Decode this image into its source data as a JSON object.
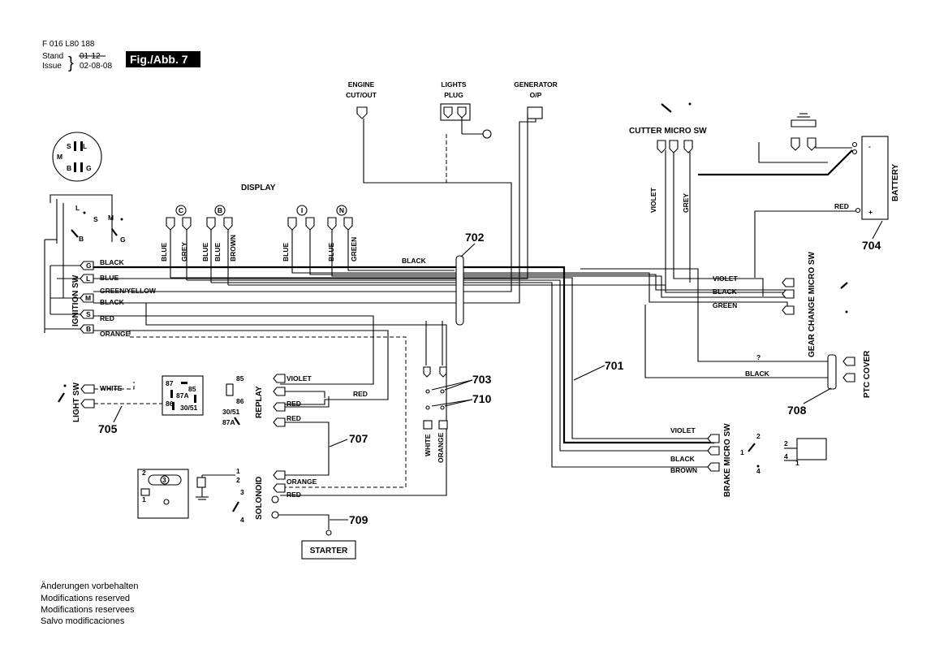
{
  "header": {
    "part_number": "F 016 L80 188",
    "stand_label": "Stand",
    "issue_label": "Issue",
    "struck_date": "01-12",
    "date": "02-08-08",
    "figure": "Fig./Abb. 7"
  },
  "components": {
    "engine_cutout": [
      "ENGINE",
      "CUT/OUT"
    ],
    "lights_plug": [
      "LIGHTS",
      "PLUG"
    ],
    "generator": [
      "GENERATOR",
      "O/P"
    ],
    "cutter_micro_sw": "CUTTER MICRO SW",
    "battery": "BATTERY",
    "display": "DISPLAY",
    "ignition_sw": "IGNITION SW",
    "light_sw": "LIGHT SW",
    "replay": "REPLAY",
    "solonoid": "SOLONOID",
    "starter": "STARTER",
    "gear_change_micro_sw": "GEAR CHANGE MICRO SW",
    "ptc_cover": "PTC COVER",
    "brake_micro_sw": "BRAKE MICRO SW"
  },
  "key_switch": [
    "S",
    "L",
    "M",
    "B",
    "G"
  ],
  "ignition_pins": [
    {
      "pin": "G",
      "wire": "BLACK"
    },
    {
      "pin": "L",
      "wire": "BLUE"
    },
    {
      "pin": "M",
      "wire": "BLACK"
    },
    {
      "pin": "S",
      "wire": "RED"
    },
    {
      "pin": "B",
      "wire": "ORANGE"
    }
  ],
  "ignition_extra_wire": "GREEN/YELLOW",
  "ignition_switch_pins": [
    "L",
    "S",
    "M",
    "B",
    "G"
  ],
  "display_pins": [
    "C",
    "B",
    "I",
    "N"
  ],
  "display_wires": [
    "BLUE",
    "GREY",
    "BLUE",
    "BLUE",
    "BROWN",
    "BLUE",
    "BLUE",
    "GREEN"
  ],
  "engine_wire": "GREEN/YELLOW",
  "cutter_wires": [
    "VIOLET",
    "GREY"
  ],
  "battery_wire": "RED",
  "battery_minus": "-",
  "battery_plus": "+",
  "main_black": "BLACK",
  "gear_wires": [
    "VIOLET",
    "BLACK",
    "GREEN"
  ],
  "ptc_wires": [
    "?",
    "BLACK"
  ],
  "brake_wires": [
    "VIOLET",
    "BLACK",
    "BROWN"
  ],
  "brake_switch_pins": [
    "2",
    "1",
    "4"
  ],
  "brake_relay_pins": [
    "2",
    "4",
    "1"
  ],
  "light_sw_wire": "WHITE",
  "relay_pins": [
    "87",
    "87A",
    "85",
    "86",
    "30/51"
  ],
  "replay_pins": [
    "85",
    "86",
    "30/51",
    "87A"
  ],
  "replay_wires": [
    "VIOLET",
    "RED",
    "RED",
    "RED"
  ],
  "solonoid_pins": [
    "1",
    "2",
    "3",
    "4"
  ],
  "solonoid_wires": [
    "ORANGE",
    "RED"
  ],
  "sol_box_pins": [
    "2",
    "3",
    "1"
  ],
  "fuse_wires": [
    "WHITE",
    "ORANGE"
  ],
  "ref_numbers": [
    "701",
    "702",
    "703",
    "704",
    "705",
    "707",
    "708",
    "709",
    "710"
  ],
  "footer": [
    "Änderungen vorbehalten",
    "Modifications reserved",
    "Modifications reservees",
    "Salvo modificaciones"
  ]
}
